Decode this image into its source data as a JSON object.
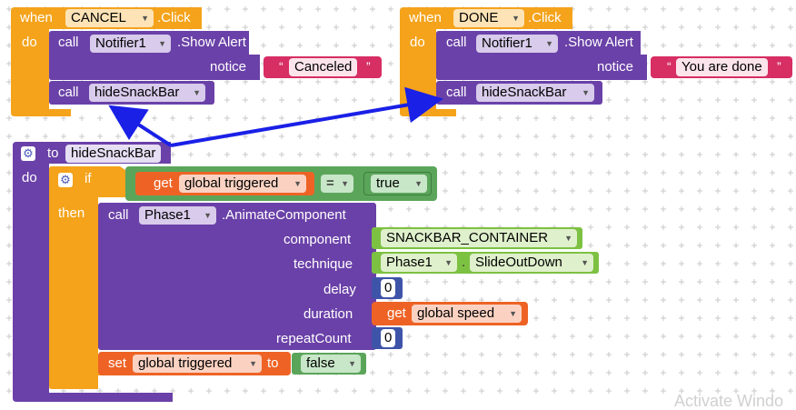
{
  "colors": {
    "control": "#f4a31b",
    "procedure": "#6a41a8",
    "text": "#d72e63",
    "logic": "#5ba55b",
    "variable": "#ee6325",
    "math": "#3e54a9",
    "component": "#7dc142",
    "link": "#1a20e6"
  },
  "cancel_block": {
    "when": "when",
    "component": "CANCEL",
    "event": ".Click",
    "do": "do",
    "call": "call",
    "notifier": "Notifier1",
    "method": ".Show Alert",
    "param": "notice",
    "text": "Canceled",
    "call2": "call",
    "proc": "hideSnackBar"
  },
  "done_block": {
    "when": "when",
    "component": "DONE",
    "event": ".Click",
    "do": "do",
    "call": "call",
    "notifier": "Notifier1",
    "method": ".Show Alert",
    "param": "notice",
    "text": "You are done",
    "call2": "call",
    "proc": "hideSnackBar"
  },
  "procedure": {
    "to": "to",
    "name": "hideSnackBar",
    "do": "do",
    "if": "if",
    "then": "then",
    "get": "get",
    "var_triggered": "global triggered",
    "eq": "=",
    "true": "true",
    "call": "call",
    "phase": "Phase1",
    "method": ".AnimateComponent",
    "params": [
      "component",
      "technique",
      "delay",
      "duration",
      "repeatCount"
    ],
    "component_value": "SNACKBAR_CONTAINER",
    "technique_phase": "Phase1",
    "technique_value": "SlideOutDown",
    "delay_value": "0",
    "duration_get": "get",
    "duration_var": "global speed",
    "repeat_value": "0",
    "set": "set",
    "set_var": "global triggered",
    "set_to": "to",
    "false": "false"
  },
  "watermark": "Activate Windo"
}
